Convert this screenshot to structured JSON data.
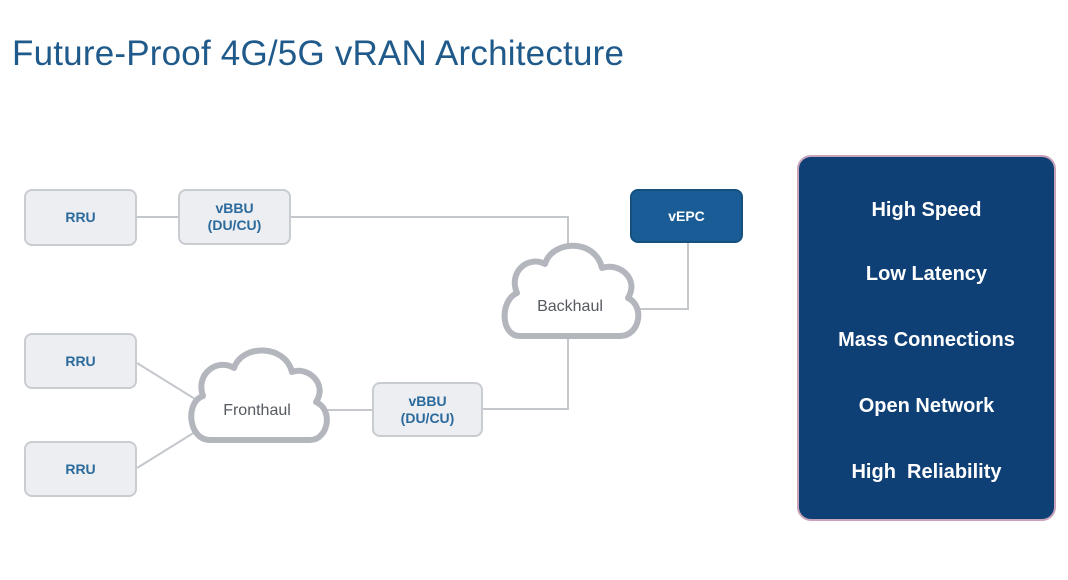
{
  "title": "Future-Proof 4G/5G vRAN Architecture",
  "nodes": {
    "rru_top": "RRU",
    "vbbu_top_line1": "vBBU",
    "vbbu_top_line2": "(DU/CU)",
    "vepc": "vEPC",
    "rru_mid": "RRU",
    "rru_bottom": "RRU",
    "vbbu_bottom_line1": "vBBU",
    "vbbu_bottom_line2": "(DU/CU)"
  },
  "clouds": {
    "backhaul": "Backhaul",
    "fronthaul": "Fronthaul"
  },
  "benefits": [
    "High Speed",
    "Low Latency",
    "Mass Connections",
    "Open Network",
    "High  Reliability"
  ],
  "colors": {
    "title": "#1f5a8a",
    "node_text": "#2b6a9c",
    "vepc_fill": "#1a5d96",
    "panel_fill": "#0e3f75"
  }
}
